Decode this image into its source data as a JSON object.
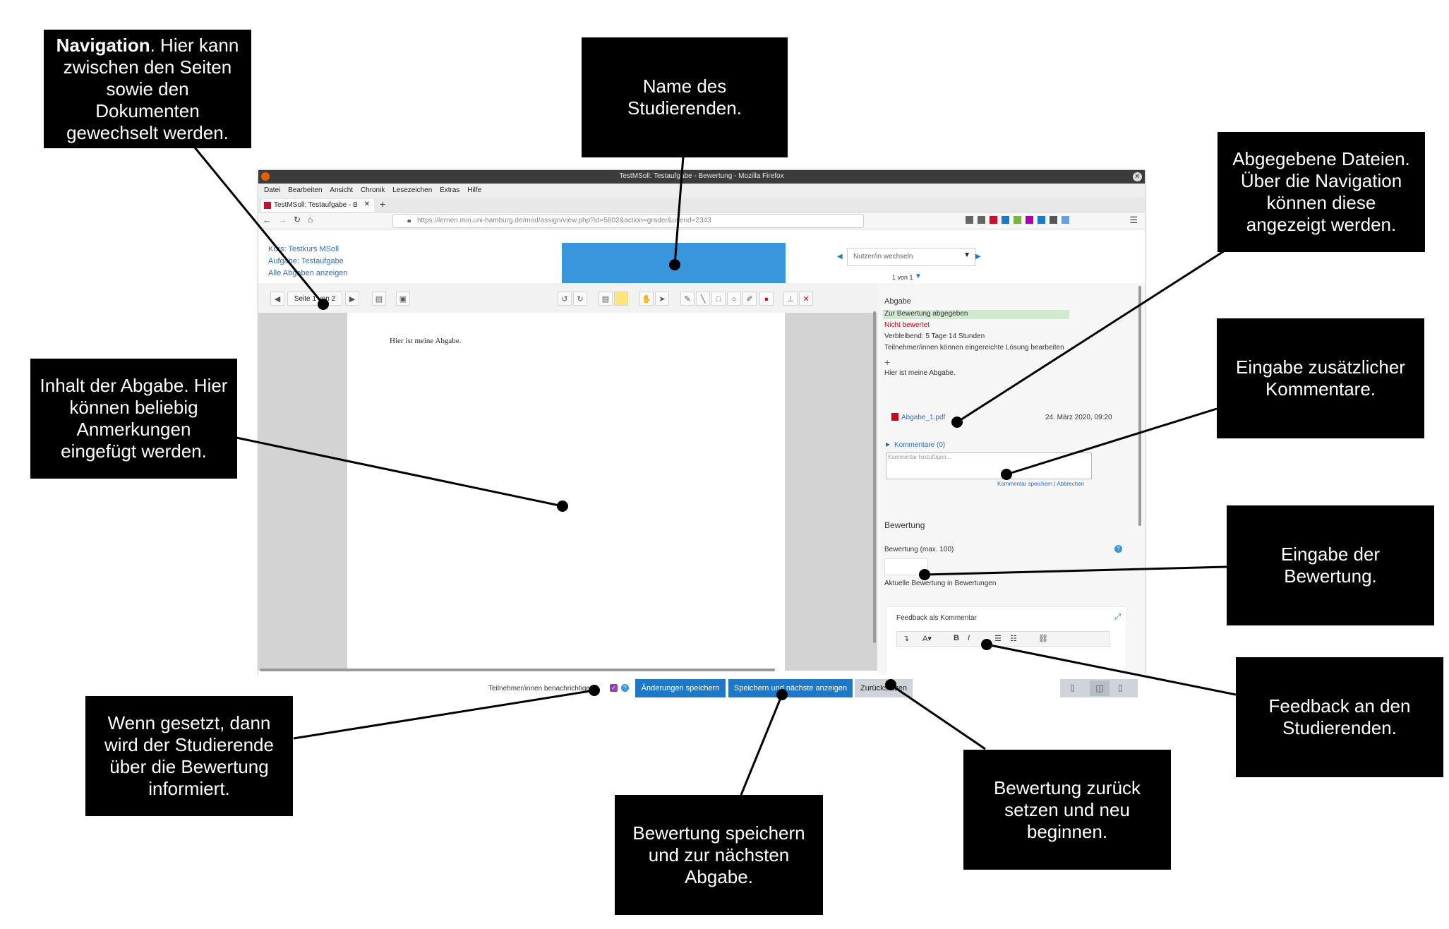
{
  "browser": {
    "title": "TestMSoll: Testaufgabe - Bewertung - Mozilla Firefox",
    "menu": [
      "Datei",
      "Bearbeiten",
      "Ansicht",
      "Chronik",
      "Lesezeichen",
      "Extras",
      "Hilfe"
    ],
    "tab_label": "TestMSoll: Testaufgabe - B",
    "url": "https://lernen.min.uni-hamburg.de/mod/assign/view.php?id=5802&action=grader&userid=2343"
  },
  "page": {
    "breadcrumb_course": "Kurs: Testkurs MSoll",
    "breadcrumb_task": "Aufgabe: Testaufgabe",
    "breadcrumb_all": "Alle Abgaben anzeigen",
    "user_switch_placeholder": "Nutzer/in wechseln",
    "user_count": "1 von 1",
    "page_selector": "Seite 1 von 2",
    "document_text": "Hier ist meine Abgabe."
  },
  "side": {
    "heading": "Abgabe",
    "status_submitted": "Zur Bewertung abgegeben",
    "status_grade": "Nicht bewertet",
    "remaining": "Verbleibend: 5 Tage 14 Stunden",
    "edit_note": "Teilnehmer/innen können eingereichte Lösung bearbeiten",
    "online_text": "Hier ist meine Abgabe.",
    "file_name": "Abgabe_1.pdf",
    "file_date": "24. März 2020, 09:20",
    "comments_label": "Kommentare (0)",
    "comment_placeholder": "Kommentar hinzufügen...",
    "comment_save": "Kommentar speichern",
    "comment_cancel": "Abbrechen",
    "grading_heading": "Bewertung",
    "grade_label": "Bewertung (max. 100)",
    "current_grade": "Aktuelle Bewertung in Bewertungen",
    "feedback_label": "Feedback als Kommentar"
  },
  "footer": {
    "notify_label": "Teilnehmer/innen benachrichtigen",
    "save_button": "Änderungen speichern",
    "save_next_button": "Speichern und nächste anzeigen",
    "reset_button": "Zurücksetzen"
  },
  "callouts": {
    "navigation_bold": "Navigation",
    "navigation_rest": ". Hier kann zwischen den Seiten sowie den Dokumenten gewechselt werden.",
    "name": "Name des Studierenden.",
    "files": "Abgegebene Dateien. Über die Navigation können diese angezeigt werden.",
    "comments": "Eingabe zusätzlicher Kommentare.",
    "content": "Inhalt der Abgabe. Hier können beliebig Anmerkungen eingefügt werden.",
    "grade": "Eingabe der Bewertung.",
    "feedback": "Feedback an den Studierenden.",
    "notify": "Wenn gesetzt, dann wird der Studierende über die Bewertung informiert.",
    "save_next": "Bewertung speichern und zur nächsten Abgabe.",
    "reset": "Bewertung zurück setzen und neu beginnen."
  },
  "colors": {
    "name_bar": "#3a96dc",
    "button_blue": "#1e78c8",
    "submitted_bg": "#cfeacf",
    "not_graded": "#d0021b"
  }
}
